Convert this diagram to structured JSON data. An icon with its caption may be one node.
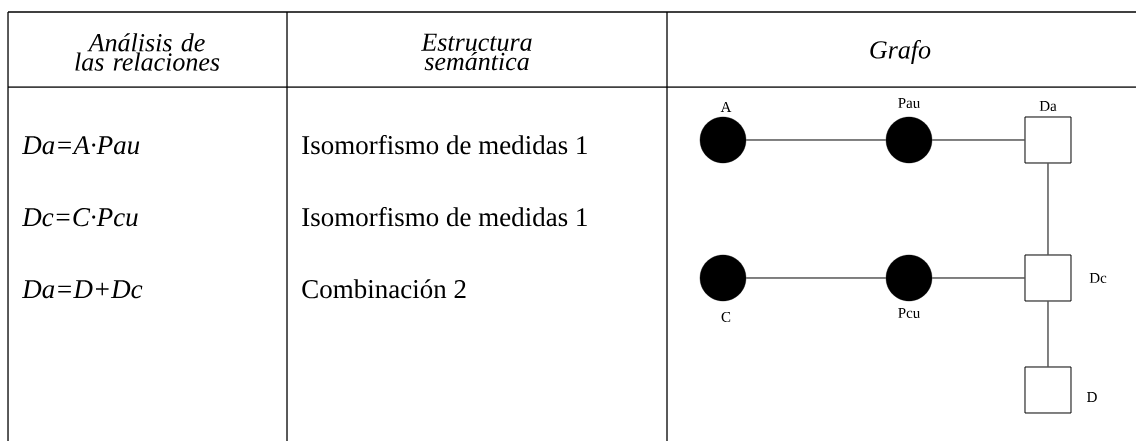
{
  "diagram": {
    "nodes": [
      {
        "text": [],
        "shape": "circle",
        "beside": [
          "A"
        ]
      },
      {
        "text": [],
        "shape": "circle",
        "beside": [
          "Pau"
        ]
      },
      {
        "text": [],
        "shape": "box",
        "beside": [
          "Da"
        ]
      },
      {
        "text": [],
        "shape": "circle",
        "beside": [
          "C"
        ]
      },
      {
        "text": [],
        "shape": "circle",
        "beside": [
          "Pcu"
        ]
      },
      {
        "text": [],
        "shape": "box",
        "beside": [
          "Dc"
        ]
      },
      {
        "text": [],
        "shape": "box",
        "beside": [
          "D"
        ]
      }
    ],
    "edges": [
      {
        "from": 0,
        "to": 1,
        "arrow": "none"
      },
      {
        "from": 1,
        "to": 2,
        "arrow": "none"
      },
      {
        "from": 2,
        "to": 5,
        "arrow": "none"
      },
      {
        "from": 3,
        "to": 4,
        "arrow": "none"
      },
      {
        "from": 4,
        "to": 5,
        "arrow": "none"
      },
      {
        "from": 5,
        "to": 6,
        "arrow": "none"
      }
    ],
    "labels": [
      "Análisis de las relaciones",
      "Estructura semántica",
      "Grafo",
      "Da=A·Pau",
      "Isomorfismo de medidas 1",
      "Dc=C·Pcu",
      "Isomorfismo de medidas 1",
      "Da=D+Dc",
      "Combinación 2"
    ]
  }
}
